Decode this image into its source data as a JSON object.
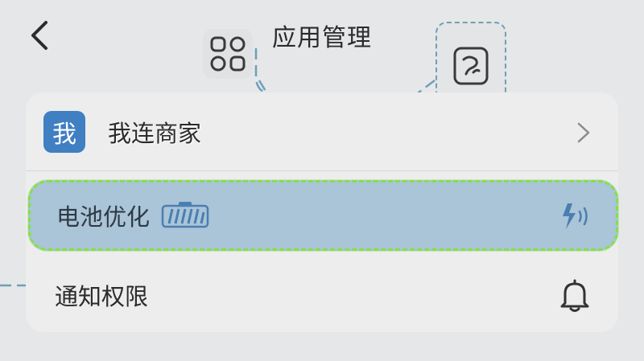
{
  "header": {
    "title": "应用管理"
  },
  "icons": {
    "back": "chevron-left-icon",
    "apps": "apps-grid-icon",
    "scan": "scan-document-icon",
    "chevron": "chevron-right-icon",
    "battery": "battery-icon",
    "charging": "charging-bolt-icon",
    "bell": "bell-icon"
  },
  "list": {
    "merchant": {
      "badge": "我",
      "label": "我连商家"
    },
    "battery": {
      "label": "电池优化"
    },
    "notify": {
      "label": "通知权限"
    }
  },
  "colors": {
    "highlight_fill": "#aac4d8",
    "highlight_border": "#86df4c",
    "connector": "#6e9fb8",
    "badge": "#3f7fc2"
  }
}
